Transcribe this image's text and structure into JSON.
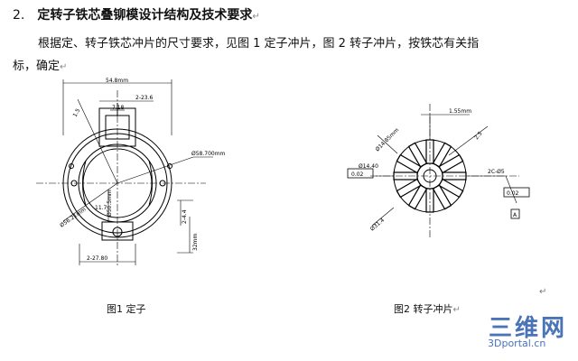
{
  "heading": {
    "number": "2.",
    "text": "定转子铁芯叠铆模设计结构及技术要求"
  },
  "para": {
    "line1": "根据定、转子铁芯冲片的尺寸要求，见图 1 定子冲片，图 2 转子冲片，按铁芯有关指",
    "line2": "标，确定"
  },
  "para_mark": "↵",
  "figure1": {
    "caption": "图1  定子",
    "dims": {
      "top_width": "54.8mm",
      "slot_width": "2-23.6",
      "center": "7.18",
      "r_left": "1.5",
      "diameter": "Ø58.700mm",
      "bore": "Ø50.5mm",
      "left_diam": "Ø56.21mm",
      "side_a": "2-4.4",
      "side_b": "32mm",
      "lower": "11.7",
      "bottom": "2-27.80"
    }
  },
  "figure2": {
    "caption": "图2  转子冲片",
    "caption_mark": "↵",
    "dims": {
      "top": "1.55mm",
      "angle": "Ø14.85mm",
      "slot": "2.5",
      "diam_left": "Ø14.40",
      "diam_left2": "Ø31.4",
      "right": "2C-Ø5",
      "box": "A",
      "tol1": "0.02",
      "tol2": "0.02",
      "label_a": "A"
    }
  },
  "side_mark": "↵",
  "watermark": {
    "cn": "三维网",
    "en": "3Dportal.cn"
  }
}
